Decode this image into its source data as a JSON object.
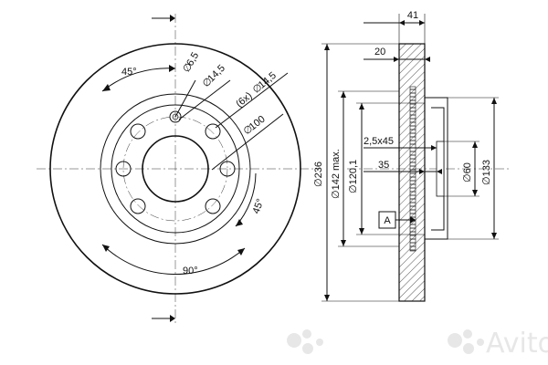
{
  "front_view": {
    "angle_top": "45°",
    "angle_right": "45°",
    "angle_bottom": "90°",
    "hole_small": "6,5",
    "hole_bolt": "14,5",
    "hole_pattern": "(6x)",
    "hole_pattern_dia": "14,5",
    "pcd": "100",
    "dia_symbol": "∅"
  },
  "side_view": {
    "overall_width": "41",
    "hub_width": "20",
    "chamfer": "2,5x45",
    "hub_depth": "35",
    "d_outer": "236",
    "d_friction": "142 max.",
    "d_hub": "120,1",
    "d_center": "60",
    "d_flange": "133",
    "datum": "A"
  },
  "watermark": {
    "brand": "Avito"
  }
}
